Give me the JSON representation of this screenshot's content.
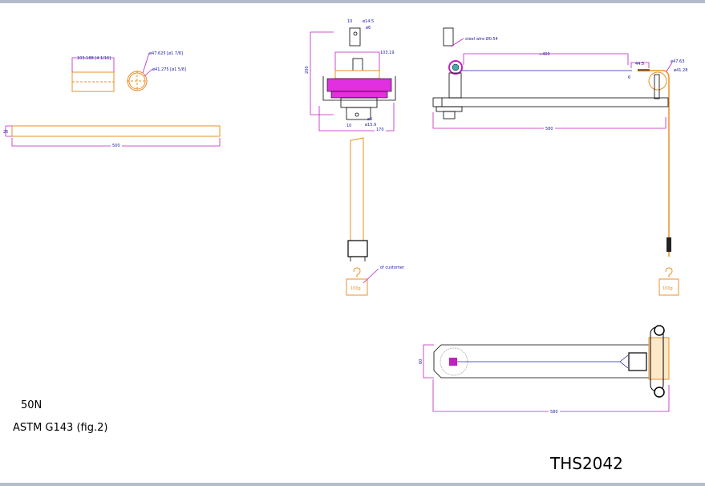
{
  "drawing": {
    "title_block": "THS2042",
    "load": "50N",
    "standard": "ASTM G143 (fig.2)"
  },
  "tube_detail": {
    "length_dim": "103.188 [4 1/16]",
    "outer_dia": "ø47.625 [ø1 7/8]",
    "inner_dia": "ø41.275 [ø1 5/8]"
  },
  "strip": {
    "length": "500",
    "width": "25"
  },
  "front_view": {
    "height": "200",
    "width": "170",
    "top_width": "103.19",
    "top_hole": "ø14.5",
    "top_pin": "ø6",
    "top_offset": "10",
    "bottom_hole": "ø15.9",
    "bottom_pin": "ø6",
    "bottom_offset": "10",
    "weight_note": "of customer",
    "weight_label": "100g"
  },
  "side_view": {
    "wire_note": "steel wire Ø0.54",
    "wire_length": "≈400",
    "clamp_length": "44.5",
    "clamp_offset": "6",
    "drum_outer": "ø47.63",
    "drum_inner": "ø41.28",
    "arm_length": "580",
    "weight_label": "100g"
  },
  "top_view": {
    "width": "60",
    "length": "580"
  }
}
